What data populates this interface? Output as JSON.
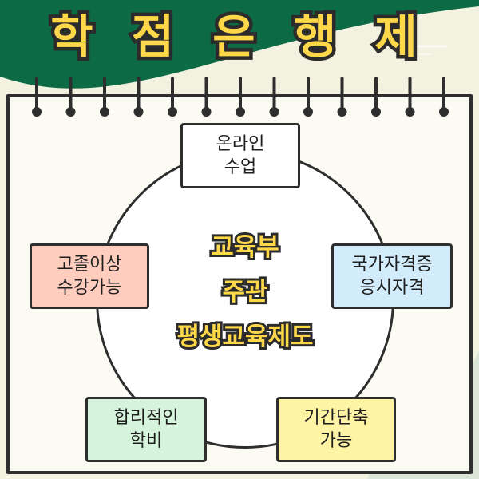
{
  "title": "학 점 은 행 제",
  "center": {
    "line1": "교육부",
    "line2": "주관",
    "line3": "평생교육제도"
  },
  "boxes": {
    "online": {
      "line1": "온라인",
      "line2": "수업"
    },
    "highschool": {
      "line1": "고졸이상",
      "line2": "수강가능"
    },
    "cert": {
      "line1": "국가자격증",
      "line2": "응시자격"
    },
    "cost": {
      "line1": "합리적인",
      "line2": "학비"
    },
    "period": {
      "line1": "기간단축",
      "line2": "가능"
    }
  },
  "colors": {
    "dark_green": "#0c6b45",
    "cream": "#f3f1df",
    "title_yellow": "#ffd84a",
    "online_box": "#ffffff",
    "highschool_box": "#ffcdbd",
    "cert_box": "#d3ecfb",
    "cost_box": "#d6f4dc",
    "period_box": "#fff3a6"
  }
}
